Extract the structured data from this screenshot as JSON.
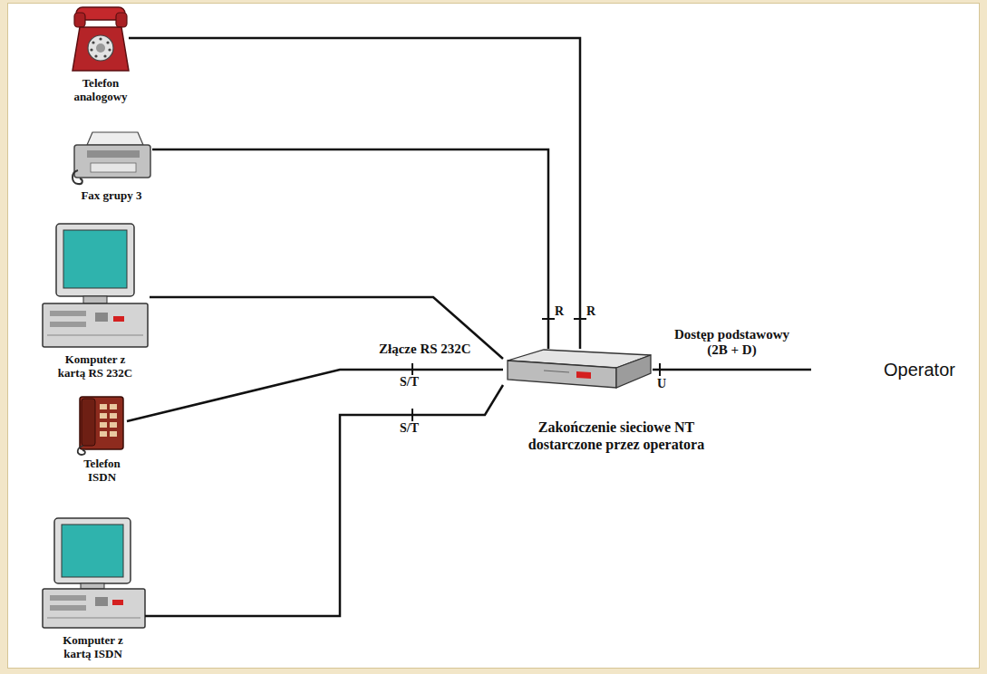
{
  "diagram": {
    "nodes": [
      {
        "text": [
          "Telefon analogowy"
        ]
      },
      {
        "text": [
          "Fax grupy 3"
        ]
      },
      {
        "text": [
          "Komputer z kartą RS 232C"
        ]
      },
      {
        "text": [
          "Telefon ISDN"
        ]
      },
      {
        "text": [
          "Komputer z kartą ISDN"
        ]
      },
      {
        "text": [
          "Zakończenie sieciowe NT dostarczone przez operatora"
        ]
      },
      {
        "text": [
          "Operator"
        ]
      }
    ],
    "edges": [
      {
        "from": 0,
        "to": 5,
        "arrow": "none",
        "label": "R"
      },
      {
        "from": 1,
        "to": 5,
        "arrow": "none",
        "label": "R"
      },
      {
        "from": 2,
        "to": 5,
        "arrow": "none"
      },
      {
        "from": 3,
        "to": 5,
        "arrow": "none",
        "label": "S/T"
      },
      {
        "from": 4,
        "to": 5,
        "arrow": "none",
        "label": "S/T"
      },
      {
        "from": 5,
        "to": 6,
        "arrow": "none",
        "label": "U"
      }
    ],
    "labels": [
      "Złącze RS 232C",
      "Dostęp podstawowy (2B + D)"
    ]
  }
}
